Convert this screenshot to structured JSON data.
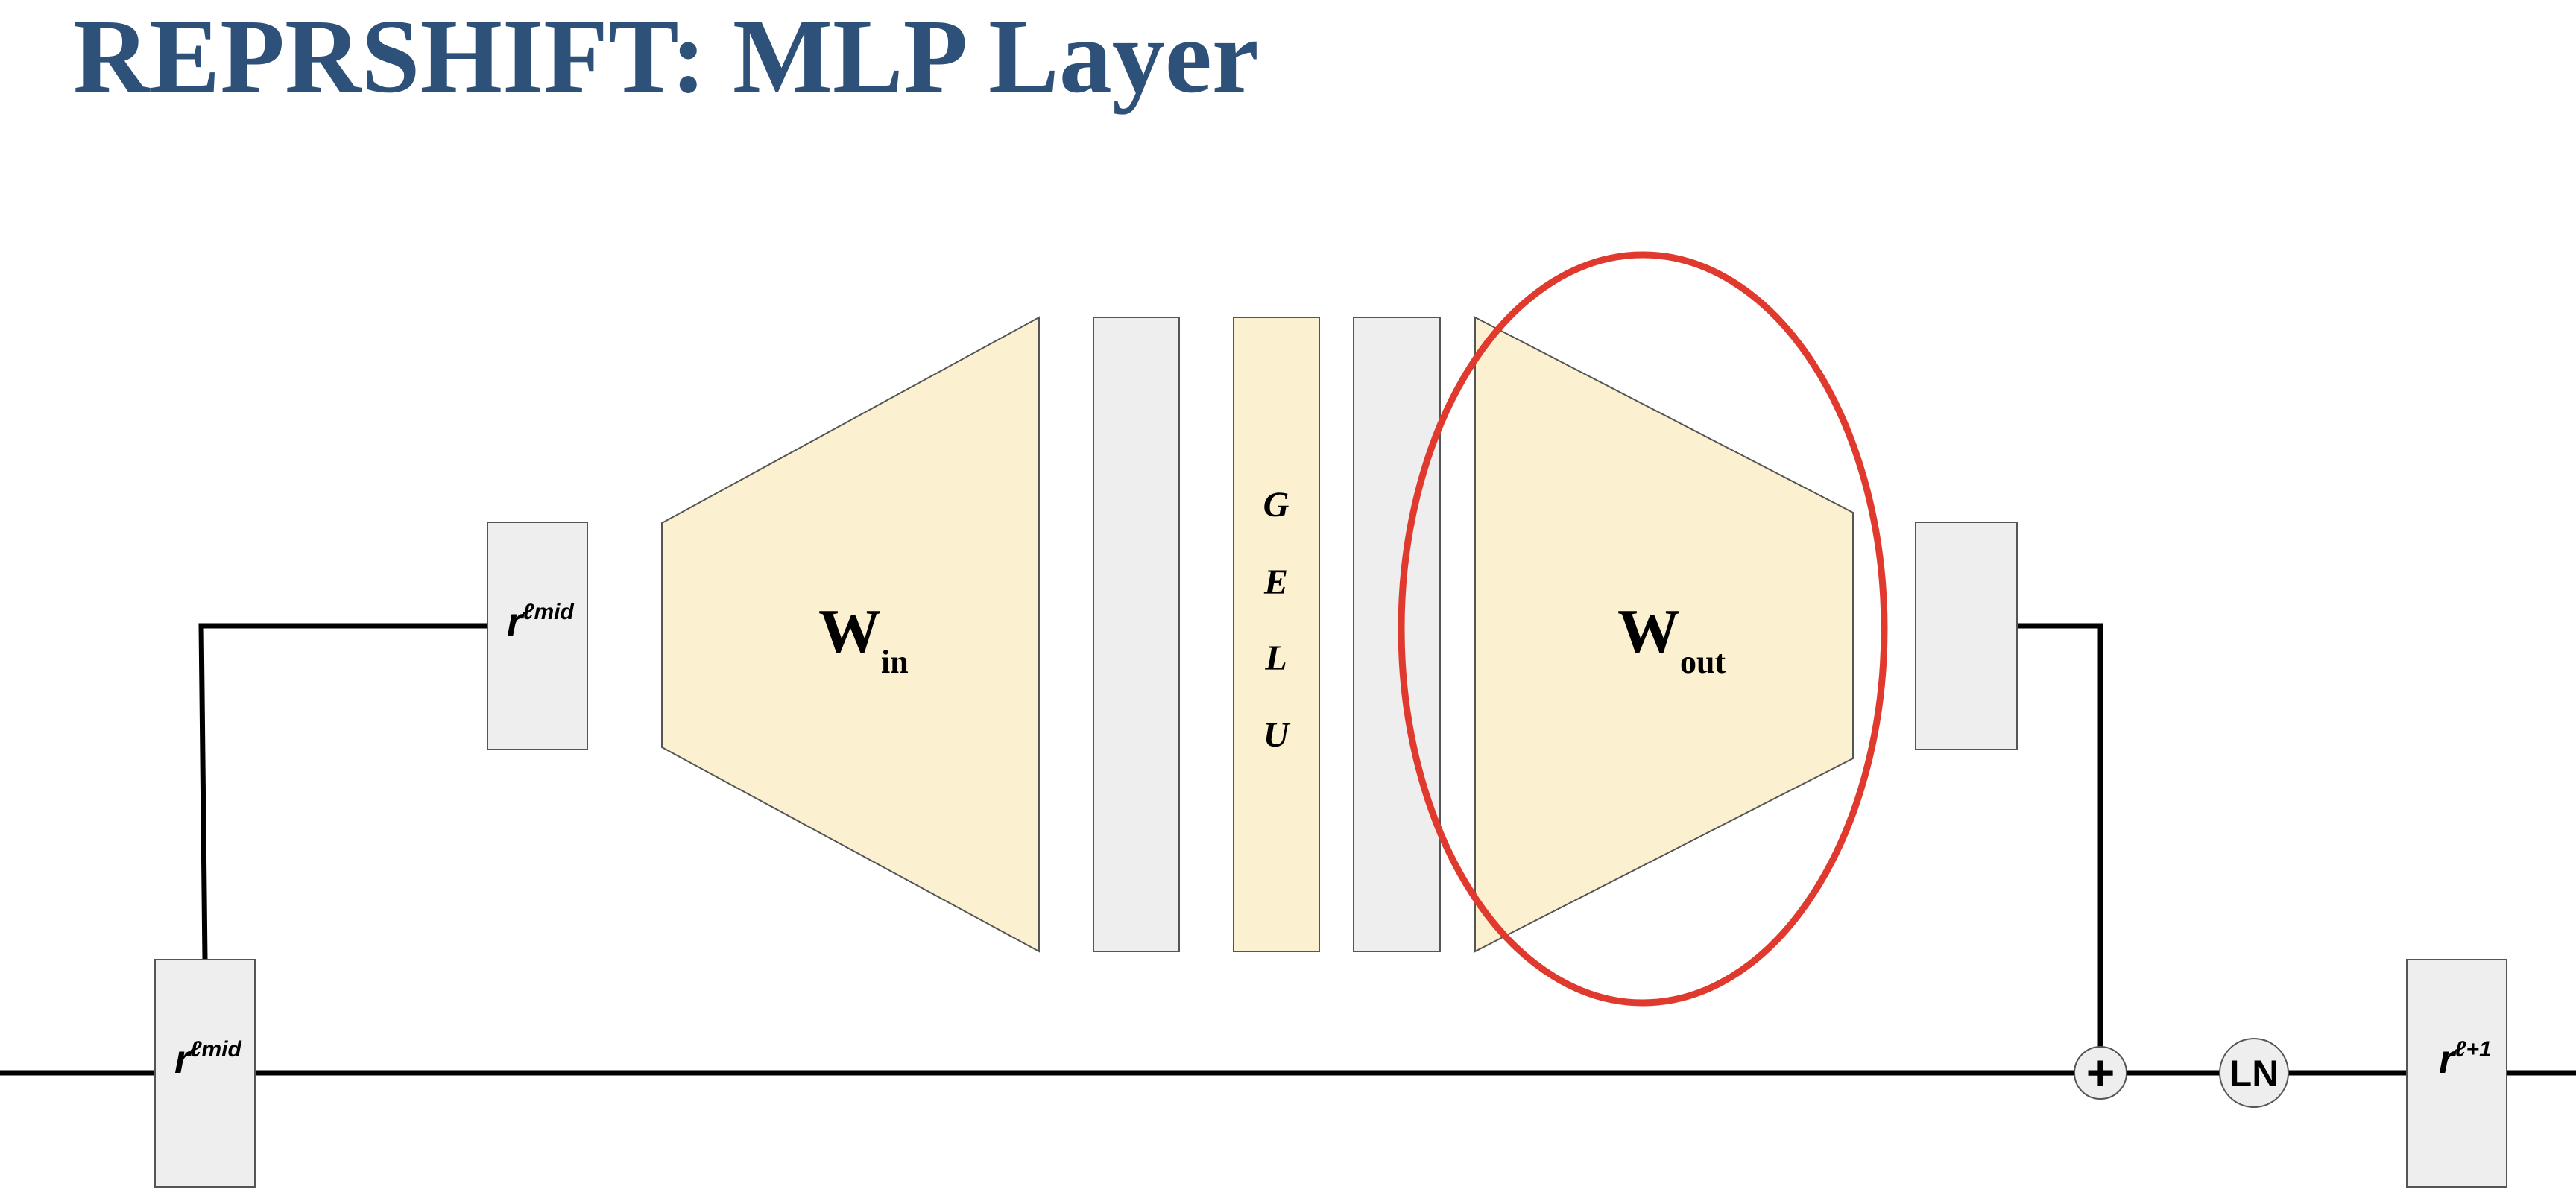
{
  "title": "REPRSHIFT: MLP Layer",
  "residual_in": {
    "base": "r",
    "sup": "ℓmid"
  },
  "mlp_input": {
    "base": "r",
    "sup": "ℓmid"
  },
  "w_in": {
    "base": "W",
    "sub": "in"
  },
  "gelu": {
    "letters": [
      "G",
      "E",
      "L",
      "U"
    ]
  },
  "w_out": {
    "base": "W",
    "sub": "out"
  },
  "add_symbol": "+",
  "layer_norm": "LN",
  "residual_out": {
    "base": "r",
    "sup": "ℓ+1"
  },
  "colors": {
    "title": "#2e5179",
    "weight_fill": "#fbf0d0",
    "vector_fill": "#eeeeee",
    "box_stroke": "#555555",
    "wire": "#000000",
    "highlight": "#e0392d"
  }
}
